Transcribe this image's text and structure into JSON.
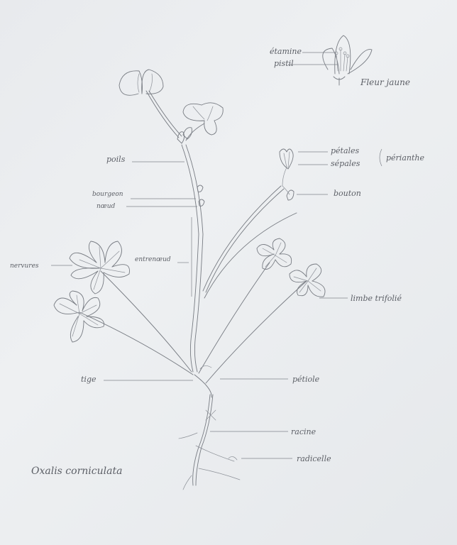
{
  "title": "Oxalis corniculata",
  "flower_caption": "Fleur jaune",
  "labels": {
    "etamine": "étamine",
    "pistil": "pistil",
    "petales": "pétales",
    "sepales": "sépales",
    "perianthe": "périanthe",
    "bouton": "bouton",
    "poils": "poils",
    "bourgeon": "bourgeon",
    "noeud": "nœud",
    "entrenoeud": "entrenœud",
    "nervures": "nervures",
    "limbe_trifolie": "limbe trifolié",
    "tige": "tige",
    "petiole": "pétiole",
    "racine": "racine",
    "radicelle": "radicelle"
  },
  "colors": {
    "paper": "#e9ecef",
    "pencil": "#777b82"
  }
}
